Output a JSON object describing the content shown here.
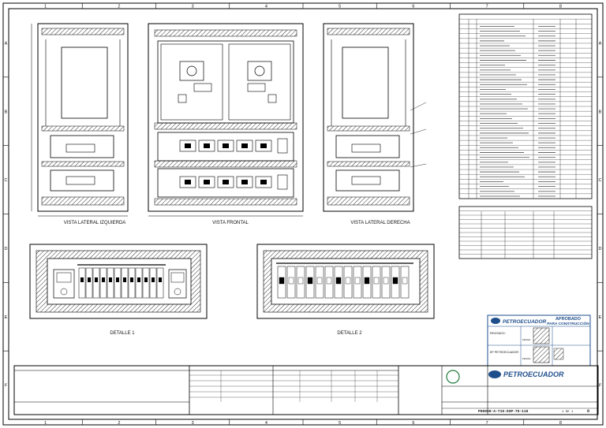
{
  "border": {
    "cols": [
      "1",
      "2",
      "3",
      "4",
      "5",
      "6",
      "7",
      "8"
    ],
    "rows": [
      "A",
      "B",
      "C",
      "D",
      "E",
      "F"
    ]
  },
  "views": {
    "left": "VISTA LATERAL IZQUIERDA",
    "front": "VISTA FRONTAL",
    "right": "VISTA LATERAL DERECHA",
    "detail1": "DETALLE 1",
    "detail2": "DETALLE 2"
  },
  "stamp": {
    "company": "PETROECUADOR",
    "status_line1": "APROBADO",
    "status_line2": "PARA CONSTRUCCIÓN",
    "row1_label": "REVISADO:",
    "row1_sub": "FECHA:",
    "row2_label": "EP PETROECUADOR",
    "row2_sub": "FECHA:"
  },
  "title_block": {
    "company": "PETROECUADOR",
    "doc_number": "P00000-A-715-GSP-75-110",
    "sheet": "1 DE 1",
    "rev": "0"
  },
  "tables": {
    "main_rows": 38,
    "second_rows": 12
  }
}
